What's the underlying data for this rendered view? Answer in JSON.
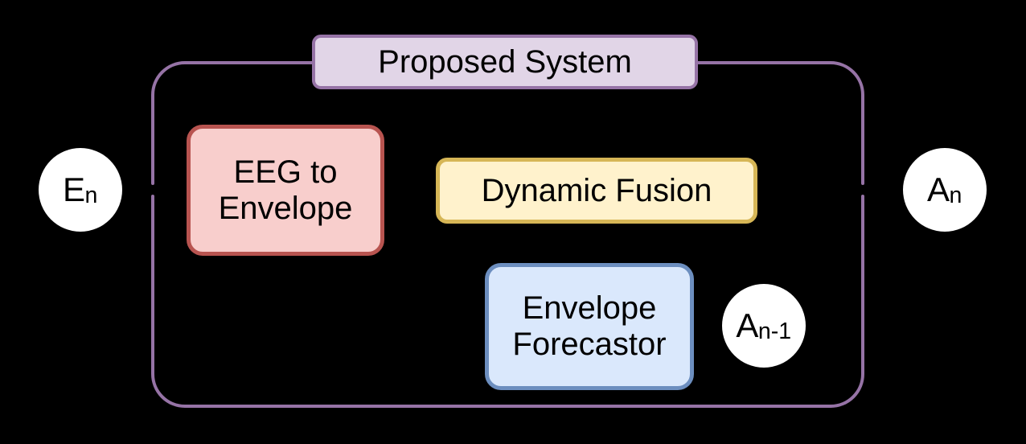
{
  "diagram": {
    "title": "Proposed System",
    "background_color": "#000000",
    "container": {
      "label": "Proposed System",
      "fill": "#e1d5e7",
      "stroke": "#9673a6"
    },
    "nodes": [
      {
        "id": "eeg-to-envelope",
        "label": "EEG to\nEnvelope",
        "fill": "#f8cecc",
        "stroke": "#b85450"
      },
      {
        "id": "dynamic-fusion",
        "label": "Dynamic Fusion",
        "fill": "#fff2cc",
        "stroke": "#d6b656"
      },
      {
        "id": "envelope-forecastor",
        "label": "Envelope\nForecastor",
        "fill": "#dae8fc",
        "stroke": "#6c8ebf"
      }
    ],
    "signals": [
      {
        "id": "input-eeg",
        "base": "E",
        "subscript": "n",
        "fill": "#ffffff"
      },
      {
        "id": "output-attended",
        "base": "A",
        "subscript": "n",
        "fill": "#ffffff"
      },
      {
        "id": "previous-attended",
        "base": "A",
        "subscript": "n-1",
        "fill": "#ffffff"
      }
    ],
    "edges": [
      {
        "from": "input-eeg",
        "to": "eeg-to-envelope",
        "style": "line"
      },
      {
        "from": "eeg-to-envelope",
        "to": "dynamic-fusion",
        "style": "line"
      },
      {
        "from": "dynamic-fusion",
        "to": "output-attended",
        "style": "line"
      },
      {
        "from": "previous-attended",
        "to": "envelope-forecastor",
        "style": "line"
      },
      {
        "from": "envelope-forecastor",
        "to": "dynamic-fusion",
        "style": "line"
      }
    ]
  }
}
